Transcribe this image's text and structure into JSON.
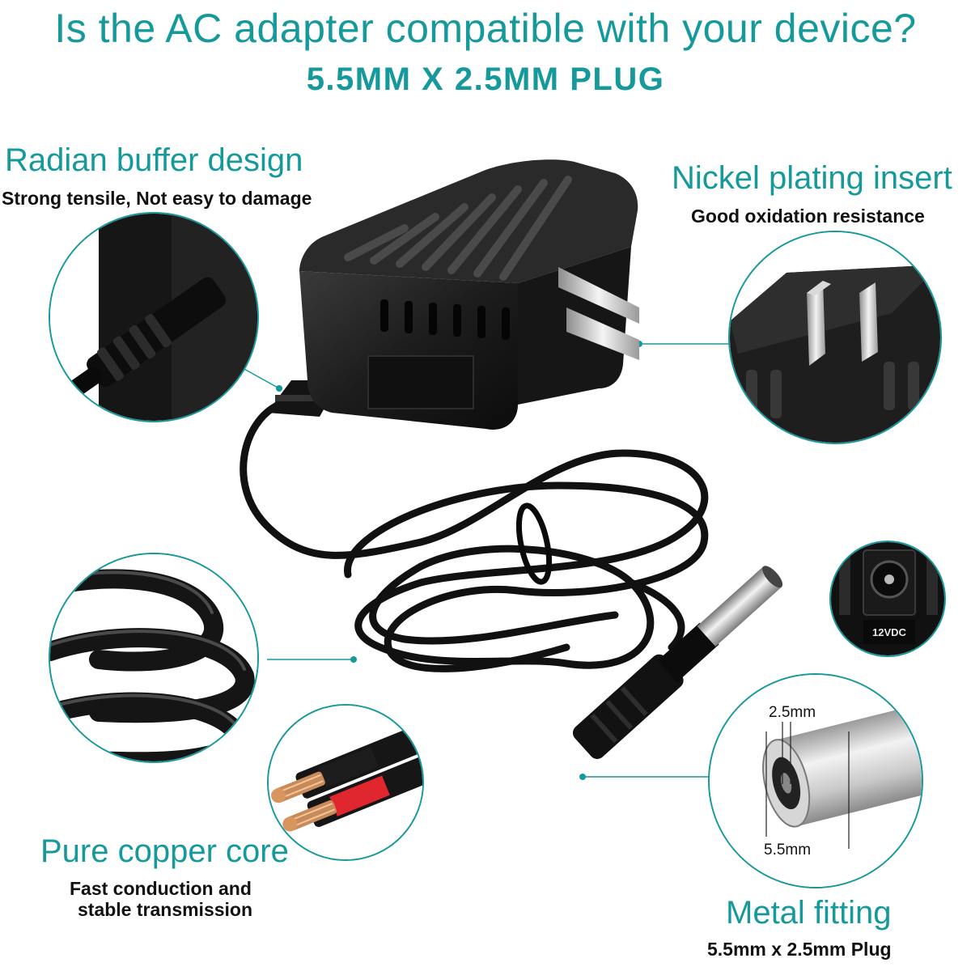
{
  "header": {
    "title": "Is the AC adapter compatible with your device?",
    "subtitle": "5.5MM X 2.5MM PLUG"
  },
  "features": {
    "radian": {
      "title": "Radian buffer design",
      "desc": "Strong tensile, Not easy to damage"
    },
    "nickel": {
      "title": "Nickel plating insert",
      "desc": "Good oxidation resistance"
    },
    "copper": {
      "title": "Pure copper core",
      "desc_line1": "Fast conduction and",
      "desc_line2": "stable transmission"
    },
    "metal": {
      "title": "Metal fitting",
      "desc": "5.5mm x 2.5mm Plug"
    }
  },
  "dimension_labels": {
    "inner": "2.5mm",
    "outer": "5.5mm"
  },
  "port_label": "12VDC",
  "colors": {
    "accent": "#16999a",
    "adapter": "#1b1b1b",
    "copper_wire": "#c98a5a",
    "red_insulation": "#e0262e"
  },
  "icons": [
    "adapter-body-image",
    "plug-pins-image",
    "cable-coil-image",
    "copper-core-image",
    "dc-port-image",
    "metal-tip-image"
  ]
}
